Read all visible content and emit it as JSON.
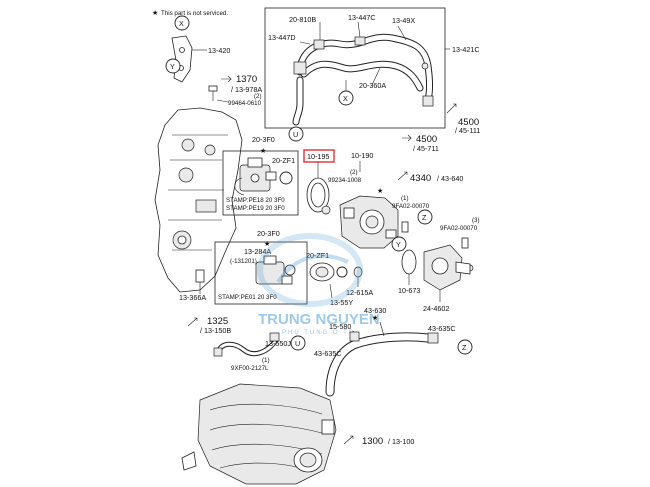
{
  "notice": {
    "star": "★",
    "text": "This part is not serviced."
  },
  "callouts": {
    "X": "X",
    "Y": "Y",
    "Z": "Z",
    "U": "U"
  },
  "labels": {
    "l_13_420": "13-420",
    "l_1370": "1370",
    "l_13_978A": "/ 13-978A",
    "l_99464_0610": "99464-0610",
    "l_2a": "(2)",
    "l_20_810B": "20-810B",
    "l_13_447C": "13-447C",
    "l_13_49X": "13-49X",
    "l_13_447D": "13-447D",
    "l_13_421C": "13-421C",
    "l_20_360A": "20-360A",
    "l_4500a": "4500",
    "l_45_111": "/ 45-111",
    "l_4500b": "4500",
    "l_45_711": "/ 45-711",
    "l_20_3F0a": "20-3F0",
    "l_20_ZF1a": "20-ZF1",
    "l_10_195": "10-195",
    "l_10_190": "10-190",
    "l_4340": "4340",
    "l_43_640": "/ 43-640",
    "l_2b": "(2)",
    "l_99234_1008": "99234-1008",
    "l_9FA02_00070a": "9FA02-00070",
    "l_1": "(1)",
    "l_3": "(3)",
    "l_9FA02_00070b": "9FA02-00070",
    "l_stamp1": "STAMP:PE18 20 3F0",
    "l_stamp2": "STAMP:PE19 20 3F0",
    "l_20_3F0b": "20-3F0",
    "l_13_284A": "13-284A",
    "l_131201": "(-131201)",
    "l_20_ZF1b": "20-ZF1",
    "l_13_366A": "13-366A",
    "l_stamp3": "STAMP:PE01 20 3F0",
    "l_12_615A": "12-615A",
    "l_13_55Y": "13-55Y",
    "l_10_673": "10-673",
    "l_24_4602": "24-4602",
    "l_1325": "1325",
    "l_13_150B": "/ 13-150B",
    "l_43_630": "43-630",
    "l_15_580": "15-580",
    "l_43_635C_a": "43-635C",
    "l_13_550J": "13-550J",
    "l_43_635C_b": "43-635C",
    "l_1b": "(1)",
    "l_9XF00": "9XF00-2127L",
    "l_1300": "1300",
    "l_13_100": "/ 13-100"
  },
  "watermark": {
    "brand": "TRUNG NGUYEN",
    "sub": "PHỤ TÙNG Ô TÔ"
  },
  "highlight_part": "10-195",
  "colors": {
    "line": "#222222",
    "highlight": "#e0202a",
    "watermark": "#4f9fd9"
  }
}
